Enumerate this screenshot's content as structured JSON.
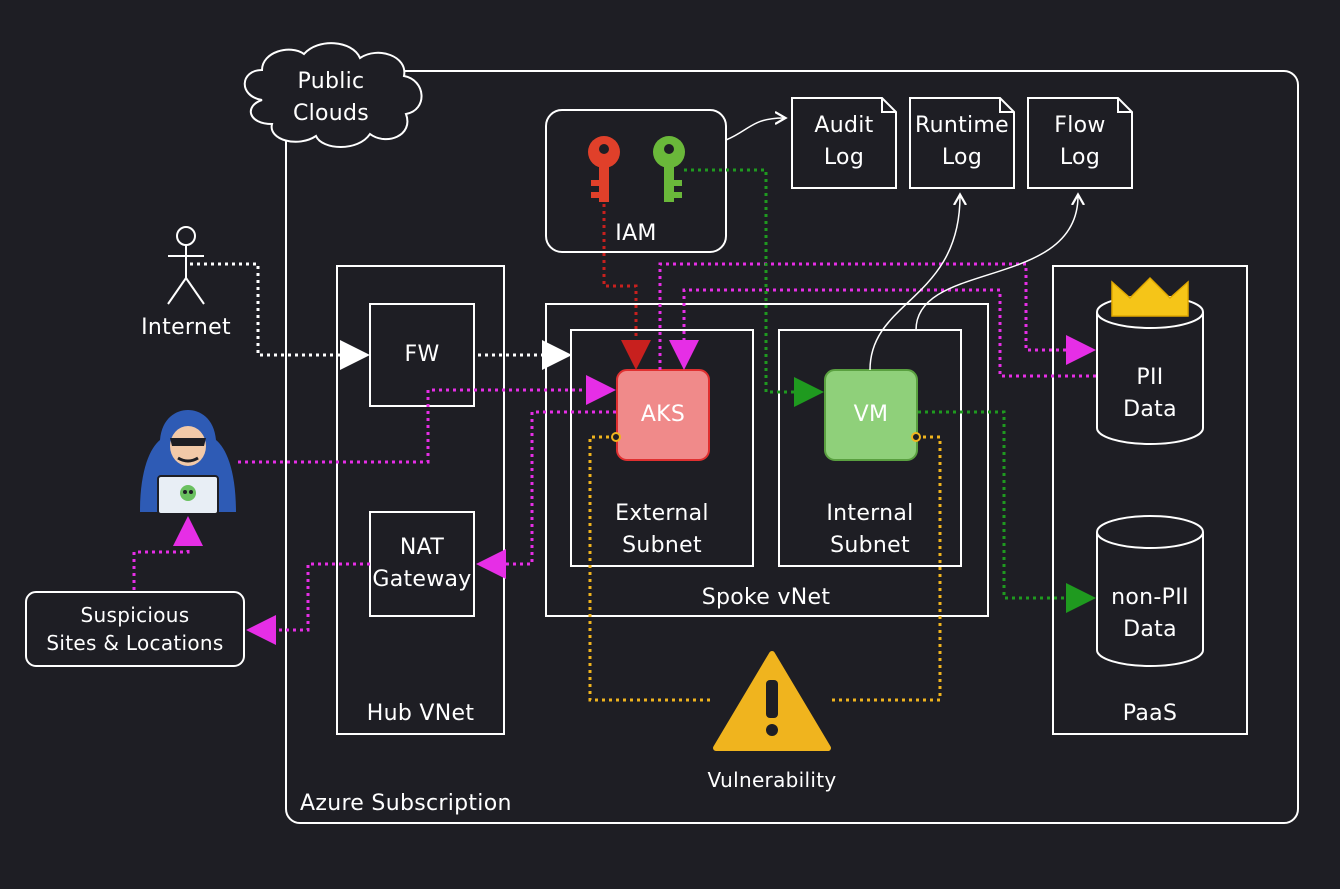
{
  "cloud": {
    "line1": "Public",
    "line2": "Clouds"
  },
  "logs": {
    "audit": {
      "line1": "Audit",
      "line2": "Log"
    },
    "runtime": {
      "line1": "Runtime",
      "line2": "Log"
    },
    "flow": {
      "line1": "Flow",
      "line2": "Log"
    }
  },
  "iam": "IAM",
  "internet": "Internet",
  "fw": "FW",
  "aks": "AKS",
  "vm": "VM",
  "external_subnet": {
    "line1": "External",
    "line2": "Subnet"
  },
  "internal_subnet": {
    "line1": "Internal",
    "line2": "Subnet"
  },
  "spoke_vnet": "Spoke vNet",
  "hub_vnet": "Hub VNet",
  "nat": {
    "line1": "NAT",
    "line2": "Gateway"
  },
  "suspicious": {
    "line1": "Suspicious",
    "line2": "Sites & Locations"
  },
  "pii": {
    "line1": "PII",
    "line2": "Data"
  },
  "nonpii": {
    "line1": "non-PII",
    "line2": "Data"
  },
  "paas": "PaaS",
  "vulnerability": "Vulnerability",
  "subscription": "Azure Subscription",
  "colors": {
    "background": "#1e1e24",
    "stroke": "#ffffff",
    "magenta": "#e62ee6",
    "green": "#1f9a1f",
    "red": "#e0402a",
    "yellow": "#f0b41e",
    "aks_fill": "#f08a8a",
    "vm_fill": "#8fd07a"
  }
}
